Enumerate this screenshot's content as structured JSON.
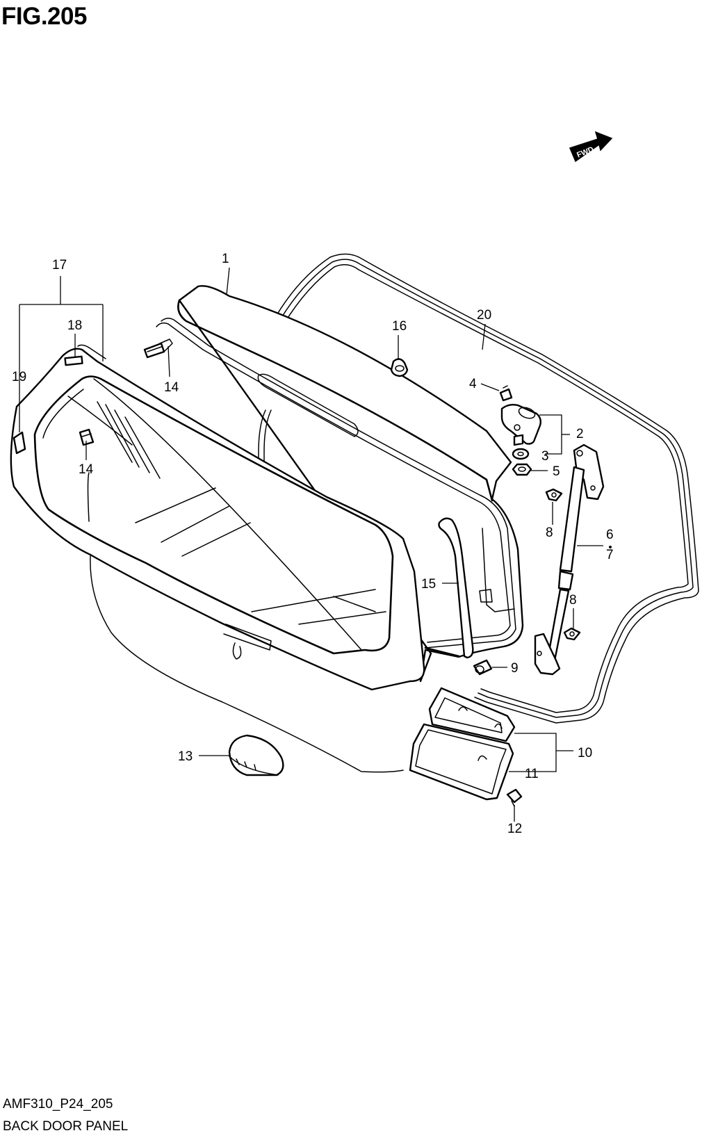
{
  "figure": {
    "title": "FIG.205",
    "code": "AMF310_P24_205",
    "name": "BACK DOOR PANEL",
    "direction_marker": "FWD"
  },
  "callouts": [
    {
      "id": "c1",
      "label": "1"
    },
    {
      "id": "c2",
      "label": "2"
    },
    {
      "id": "c3",
      "label": "3"
    },
    {
      "id": "c4",
      "label": "4"
    },
    {
      "id": "c5",
      "label": "5"
    },
    {
      "id": "c6",
      "label": "6"
    },
    {
      "id": "c7",
      "label": "7"
    },
    {
      "id": "c8a",
      "label": "8"
    },
    {
      "id": "c8b",
      "label": "8"
    },
    {
      "id": "c9",
      "label": "9"
    },
    {
      "id": "c10",
      "label": "10"
    },
    {
      "id": "c11",
      "label": "11"
    },
    {
      "id": "c12",
      "label": "12"
    },
    {
      "id": "c13",
      "label": "13"
    },
    {
      "id": "c14a",
      "label": "14"
    },
    {
      "id": "c14b",
      "label": "14"
    },
    {
      "id": "c15",
      "label": "15"
    },
    {
      "id": "c16",
      "label": "16"
    },
    {
      "id": "c17",
      "label": "17"
    },
    {
      "id": "c18",
      "label": "18"
    },
    {
      "id": "c19",
      "label": "19"
    },
    {
      "id": "c20",
      "label": "20"
    }
  ],
  "colors": {
    "line": "#000000",
    "background": "#ffffff"
  }
}
